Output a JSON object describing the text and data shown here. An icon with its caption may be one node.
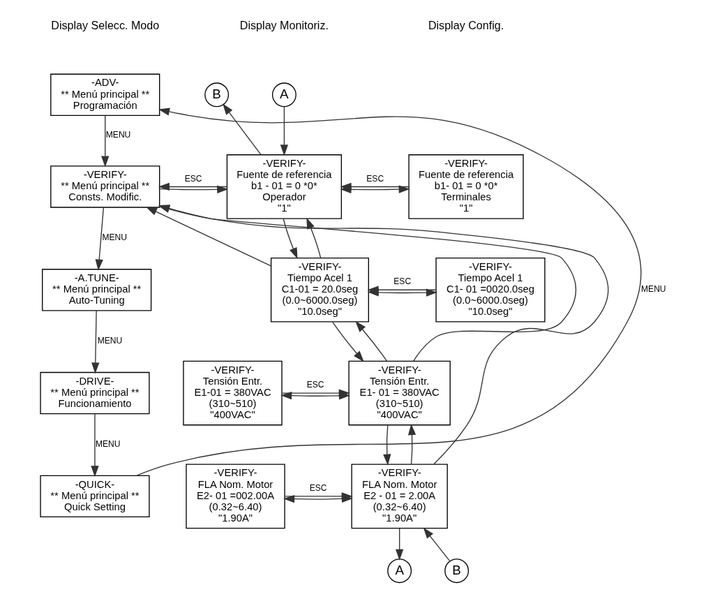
{
  "diagram": {
    "nodes": [
      {
        "text": [
          "-ADV-",
          "** Menú principal **",
          "Programación"
        ]
      },
      {
        "text": [
          "-VERIFY-",
          "** Menú principal **",
          "Consts. Modific."
        ]
      },
      {
        "text": [
          "-A.TUNE-",
          "** Menú principal **",
          "Auto-Tuning"
        ]
      },
      {
        "text": [
          "-DRIVE-",
          "** Menú principal **",
          "Funcionamiento"
        ]
      },
      {
        "text": [
          "-QUICK-",
          "** Menú principal **",
          "Quick Setting"
        ]
      },
      {
        "text": [
          "A"
        ]
      },
      {
        "text": [
          "B"
        ]
      },
      {
        "text": [
          "-VERIFY-",
          "Fuente de referencia",
          "b1 - 01 = 0 *0*",
          "Operador",
          "\"1\""
        ]
      },
      {
        "text": [
          "-VERIFY-",
          "Tiempo Acel 1",
          "C1-01 = 20.0seg",
          "(0.0~6000.0seg)",
          "\"10.0seg\""
        ]
      },
      {
        "text": [
          "-VERIFY-",
          "Tensión Entr.",
          "E1- 01 = 380VAC",
          "(310~510)",
          "\"400VAC\""
        ]
      },
      {
        "text": [
          "-VERIFY-",
          "FLA Nom. Motor",
          "E2 - 01 = 2.00A",
          "(0.32~6.40)",
          "\"1.90A\""
        ]
      },
      {
        "text": [
          "A"
        ]
      },
      {
        "text": [
          "B"
        ]
      },
      {
        "text": [
          "-VERIFY-",
          "Fuente de referencia",
          "b1- 01 = 0 *0*",
          "Terminales",
          "\"1\""
        ]
      },
      {
        "text": [
          "-VERIFY-",
          "Tiempo Acel 1",
          "C1- 01 =0020.0seg",
          "(0.0~6000.0seg)",
          "\"10.0seg\""
        ]
      },
      {
        "text": [
          "-VERIFY-",
          "Tensión Entr.",
          "E1-01 = 380VAC",
          "(310~510)",
          "\"400VAC\""
        ]
      },
      {
        "text": [
          "-VERIFY-",
          "FLA Nom. Motor",
          "E2- 01 =002.00A",
          "(0.32~6.40)",
          "\"1.90A\""
        ]
      }
    ],
    "edges": [
      {
        "from": 0,
        "to": 1,
        "arrow": "to",
        "label": "MENU"
      },
      {
        "from": 1,
        "to": 2,
        "arrow": "to",
        "label": "MENU"
      },
      {
        "from": 2,
        "to": 3,
        "arrow": "to",
        "label": "MENU"
      },
      {
        "from": 3,
        "to": 4,
        "arrow": "to",
        "label": "MENU"
      },
      {
        "from": 4,
        "to": 0,
        "arrow": "to",
        "label": "MENU"
      },
      {
        "from": 1,
        "to": 7,
        "arrow": "to"
      },
      {
        "from": 7,
        "to": 1,
        "arrow": "to",
        "label": "ESC"
      },
      {
        "from": 8,
        "to": 1,
        "arrow": "to"
      },
      {
        "from": 9,
        "to": 1,
        "arrow": "to"
      },
      {
        "from": 10,
        "to": 1,
        "arrow": "to"
      },
      {
        "from": 5,
        "to": 7,
        "arrow": "to"
      },
      {
        "from": 7,
        "to": 6,
        "arrow": "to"
      },
      {
        "from": 7,
        "to": 8,
        "arrow": "to"
      },
      {
        "from": 8,
        "to": 7,
        "arrow": "to"
      },
      {
        "from": 8,
        "to": 9,
        "arrow": "to"
      },
      {
        "from": 9,
        "to": 8,
        "arrow": "to"
      },
      {
        "from": 9,
        "to": 10,
        "arrow": "to"
      },
      {
        "from": 10,
        "to": 9,
        "arrow": "to"
      },
      {
        "from": 10,
        "to": 11,
        "arrow": "to"
      },
      {
        "from": 12,
        "to": 10,
        "arrow": "to"
      },
      {
        "from": 7,
        "to": 13,
        "arrow": "both"
      },
      {
        "from": 13,
        "to": 7,
        "arrow": "to",
        "label": "ESC"
      },
      {
        "from": 8,
        "to": 14,
        "arrow": "both"
      },
      {
        "from": 14,
        "to": 8,
        "arrow": "to",
        "label": "ESC"
      },
      {
        "from": 9,
        "to": 15,
        "arrow": "both"
      },
      {
        "from": 15,
        "to": 9,
        "arrow": "to",
        "label": "ESC"
      },
      {
        "from": 10,
        "to": 16,
        "arrow": "both"
      },
      {
        "from": 16,
        "to": 10,
        "arrow": "to",
        "label": "ESC"
      }
    ],
    "labels": [
      "Display Selecc. Modo",
      "Display Monitoriz.",
      "Display Config."
    ]
  }
}
